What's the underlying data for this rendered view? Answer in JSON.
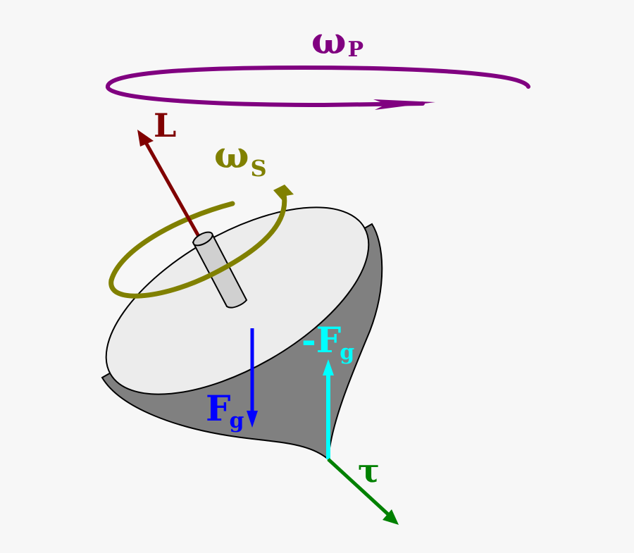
{
  "labels": {
    "precession_main": "ω",
    "precession_sub": "P",
    "angular_momentum": "L",
    "spin_main": "ω",
    "spin_sub": "S",
    "gravity_main": "F",
    "gravity_sub": "g",
    "normal_main": "-F",
    "normal_sub": "g",
    "torque": "τ"
  },
  "colors": {
    "background": "#f7f7f7",
    "precession": "#800080",
    "angular_momentum": "#800000",
    "spin": "#808000",
    "gravity": "#0000ff",
    "normal": "#00ffff",
    "torque": "#008000",
    "top_face": "#ececec",
    "top_body": "#808080",
    "axle": "#d0d0d0"
  }
}
